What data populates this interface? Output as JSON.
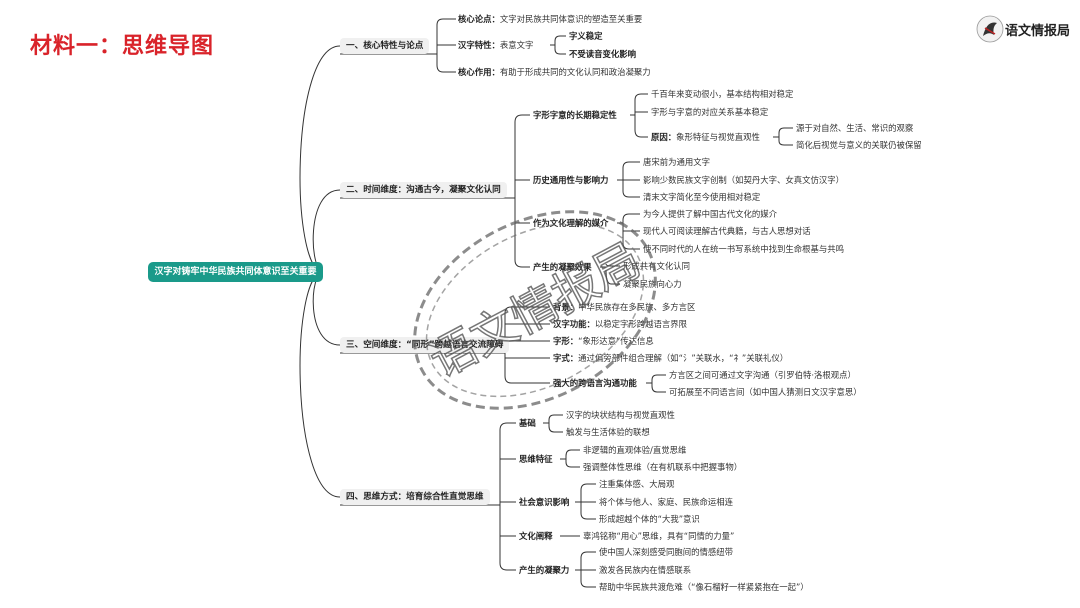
{
  "header": {
    "title": "材料一：思维导图",
    "brand": "语文情报局"
  },
  "watermark": "语文情报局",
  "root": "汉字对铸牢中华民族共同体意识至关重要",
  "s1": {
    "title": "一、核心特性与论点",
    "n1_label": "核心论点：",
    "n1_text": "文字对民族共同体意识的塑造至关重要",
    "n2_label": "汉字特性：",
    "n2_text": "表意文字",
    "n2_c1": "字义稳定",
    "n2_c2": "不受读音变化影响",
    "n3_label": "核心作用：",
    "n3_text": "有助于形成共同的文化认同和政治凝聚力"
  },
  "s2": {
    "title": "二、时间维度：沟通古今，凝聚文化认同",
    "a": "字形字意的长期稳定性",
    "a1": "千百年来变动很小，基本结构相对稳定",
    "a2": "字形与字意的对应关系基本稳定",
    "a3_label": "原因：",
    "a3_text": "象形特征与视觉直观性",
    "a3_c1": "源于对自然、生活、常识的观察",
    "a3_c2": "简化后视觉与意义的关联仍被保留",
    "b": "历史通用性与影响力",
    "b1": "唐宋前为通用文字",
    "b2": "影响少数民族文字创制（如契丹大字、女真文仿汉字）",
    "b3": "清末文字简化至今使用相对稳定",
    "c": "作为文化理解的媒介",
    "c1": "为今人提供了解中国古代文化的媒介",
    "c2": "现代人可阅读理解古代典籍，与古人思想对话",
    "c3": "使不同时代的人在统一书写系统中找到生命根基与共鸣",
    "d": "产生的凝聚效果",
    "d1": "形成共有文化认同",
    "d2": "凝聚民族向心力"
  },
  "s3": {
    "title": "三、空间维度：“同形”跨越语言交流障碍",
    "a_label": "背景：",
    "a_text": "中华民族存在多民族、多方言区",
    "b_label": "汉字功能：",
    "b_text": "以稳定字形跨越语言界限",
    "c_label": "字形：",
    "c_text": "“象形达意”传达信息",
    "d_label": "字式：",
    "d_text": "通过偏旁部件组合理解（如“氵”关联水，“礻”关联礼仪）",
    "e": "强大的跨语言沟通功能",
    "e1": "方言区之间可通过文字沟通（引罗伯特·洛根观点）",
    "e2": "可拓展至不同语言间（如中国人猜测日文汉字意思）"
  },
  "s4": {
    "title": "四、思维方式：培育综合性直觉思维",
    "a": "基础",
    "a1": "汉字的块状结构与视觉直观性",
    "a2": "触发与生活体验的联想",
    "b": "思维特征",
    "b1": "非逻辑的直观体验/直觉思维",
    "b2": "强调整体性思维（在有机联系中把握事物）",
    "c": "社会意识影响",
    "c1": "注重集体感、大局观",
    "c2": "将个体与他人、家庭、民族命运相连",
    "c3": "形成超越个体的“大我”意识",
    "d": "文化阐释",
    "d1": "辜鸿铭称“用心”思维，具有“同情的力量”",
    "e": "产生的凝聚力",
    "e1": "使中国人深刻感受同胞间的情感纽带",
    "e2": "激发各民族内在情感联系",
    "e3": "帮助中华民族共渡危难（“像石榴籽一样紧紧抱在一起”）"
  }
}
